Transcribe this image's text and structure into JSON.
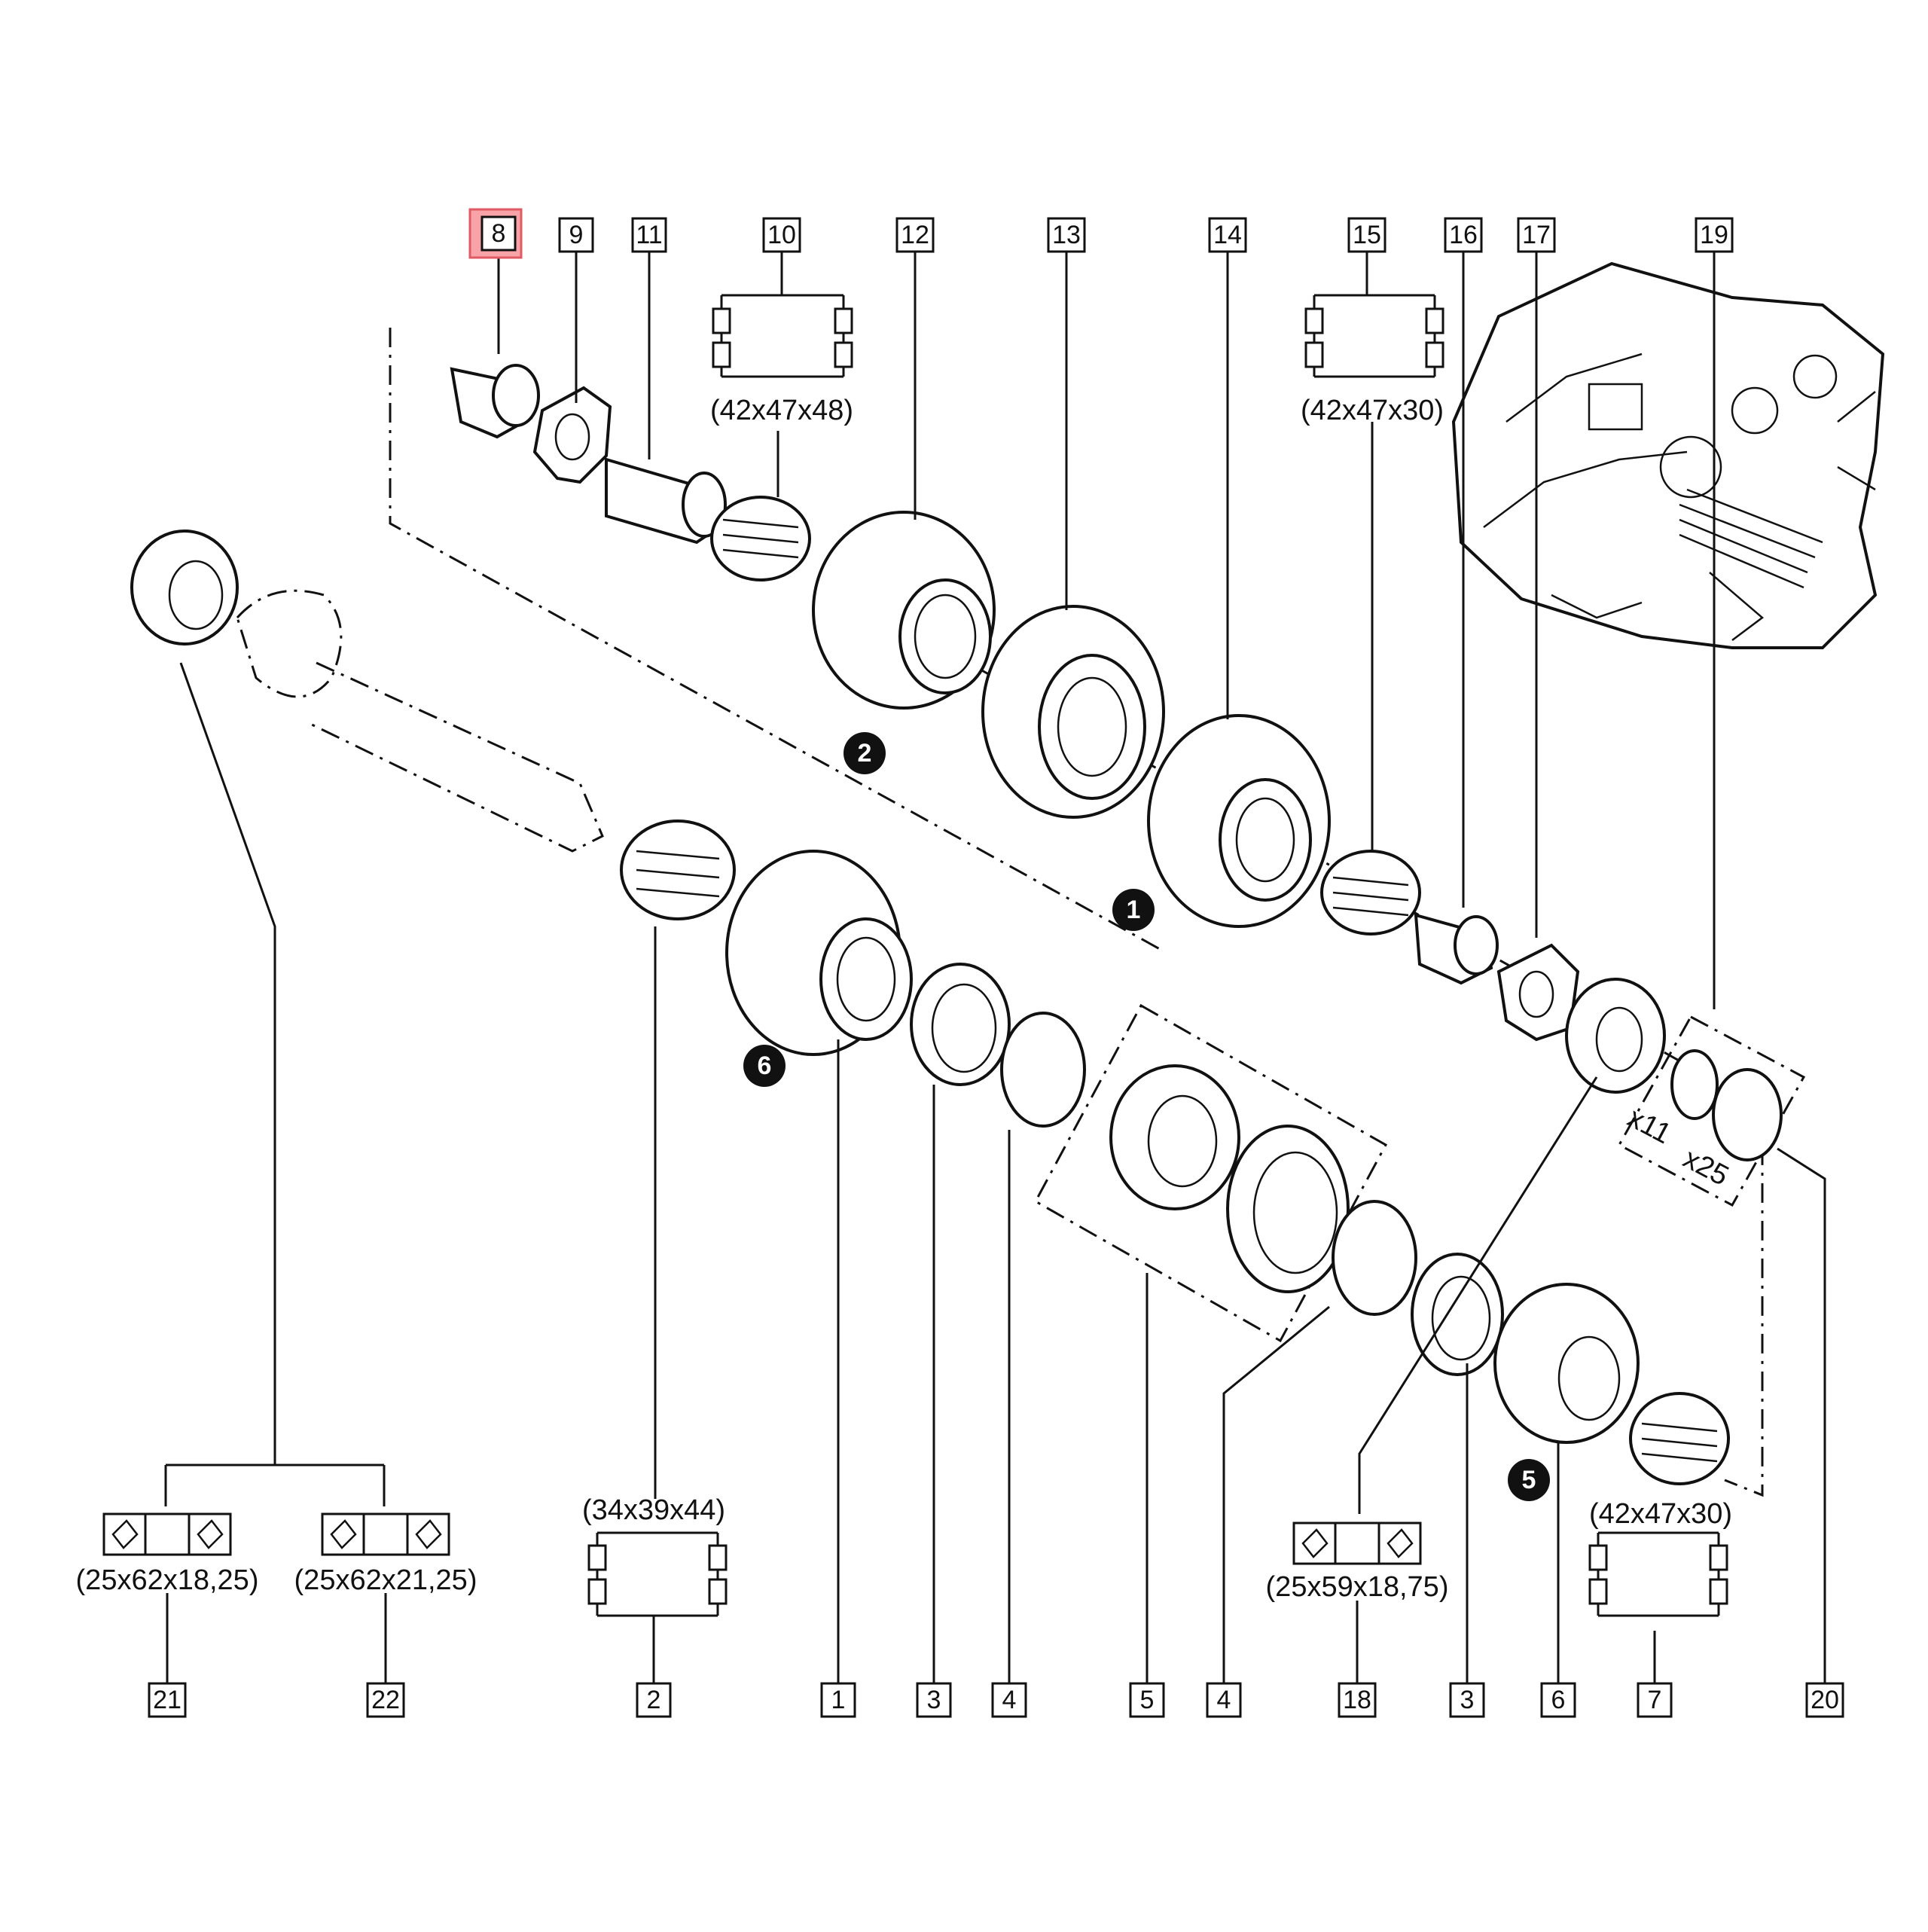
{
  "diagram": {
    "highlight_color": "#f7a3a7",
    "top_callouts": [
      "8",
      "9",
      "11",
      "10",
      "12",
      "13",
      "14",
      "15",
      "16",
      "17",
      "19"
    ],
    "bottom_callouts": [
      "21",
      "22",
      "2",
      "1",
      "3",
      "4",
      "5",
      "4",
      "18",
      "3",
      "6",
      "7",
      "20"
    ],
    "dimensions": {
      "d10": "(42x47x48)",
      "d15": "(42x47x30)",
      "d21": "(25x62x18,25)",
      "d22": "(25x62x21,25)",
      "d2": "(34x39x44)",
      "d18": "(25x59x18,75)",
      "d7": "(42x47x30)"
    },
    "gear_markers": [
      "2",
      "1",
      "6",
      "5"
    ],
    "quantity_labels": [
      "x11",
      "x25"
    ]
  }
}
